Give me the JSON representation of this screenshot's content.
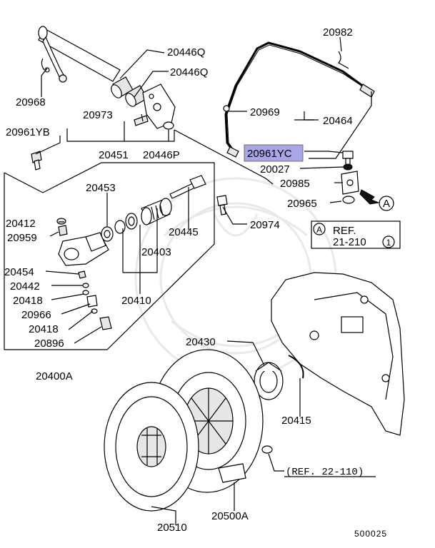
{
  "labels": {
    "p20982": "20982",
    "p20446Q_a": "20446Q",
    "p20446Q_b": "20446Q",
    "p20968": "20968",
    "p20969": "20969",
    "p20464": "20464",
    "p20973": "20973",
    "p20961YB": "20961YB",
    "p20451": "20451",
    "p20446P": "20446P",
    "p20961YC": "20961YC",
    "p20027": "20027",
    "p20453": "20453",
    "p20985": "20985",
    "p20965": "20965",
    "p20412": "20412",
    "p20445": "20445",
    "p20974": "20974",
    "p20959": "20959",
    "p20403": "20403",
    "p20454": "20454",
    "p20442": "20442",
    "p20418a": "20418",
    "p20410": "20410",
    "p20966": "20966",
    "p20418b": "20418",
    "p20896": "20896",
    "p20400A": "20400A",
    "p20430": "20430",
    "p20415": "20415",
    "p20510": "20510",
    "p20500A": "20500A",
    "ref22": "(REF. 22-110)",
    "diagram_no": "500025"
  },
  "ref_box": {
    "marker": "A",
    "line1": "REF.",
    "line2": "21-210",
    "circled": "1"
  },
  "arrow_marker": "A",
  "highlight_color": "#a9a6e6"
}
